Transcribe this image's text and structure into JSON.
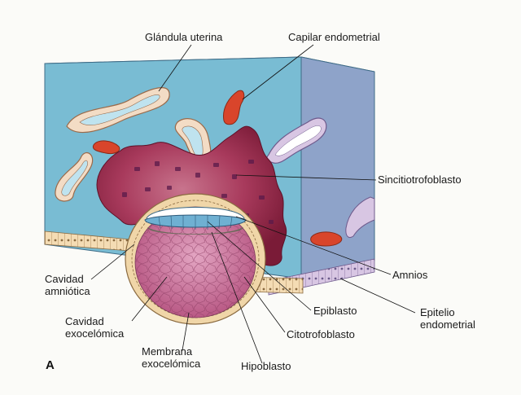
{
  "figure_letter": "A",
  "labels": {
    "glandula_uterina": "Glándula uterina",
    "capilar_endometrial": "Capilar endometrial",
    "sincitiotrofoblasto": "Sincitiotrofoblasto",
    "cavidad_amniotica_1": "Cavidad",
    "cavidad_amniotica_2": "amniótica",
    "amnios": "Amnios",
    "cavidad_exocelomica_1": "Cavidad",
    "cavidad_exocelomica_2": "exocelómica",
    "epiblasto": "Epiblasto",
    "epitelio_1": "Epitelio",
    "epitelio_2": "endometrial",
    "citotrofoblasto": "Citotrofoblasto",
    "membrana_1": "Membrana",
    "membrana_2": "exocelómica",
    "hipoblasto": "Hipoblasto"
  },
  "colors": {
    "stroma_front": "#79bcd3",
    "stroma_top": "#a9d8e6",
    "stroma_side": "#8ea3c9",
    "syncytio": "#9b2a4a",
    "syncytio_dark": "#6f1630",
    "gland_cells": "#f3dcc5",
    "capillary": "#d9452b",
    "exocoelom": "#c46a95",
    "epithelium": "#f4dcb4"
  }
}
